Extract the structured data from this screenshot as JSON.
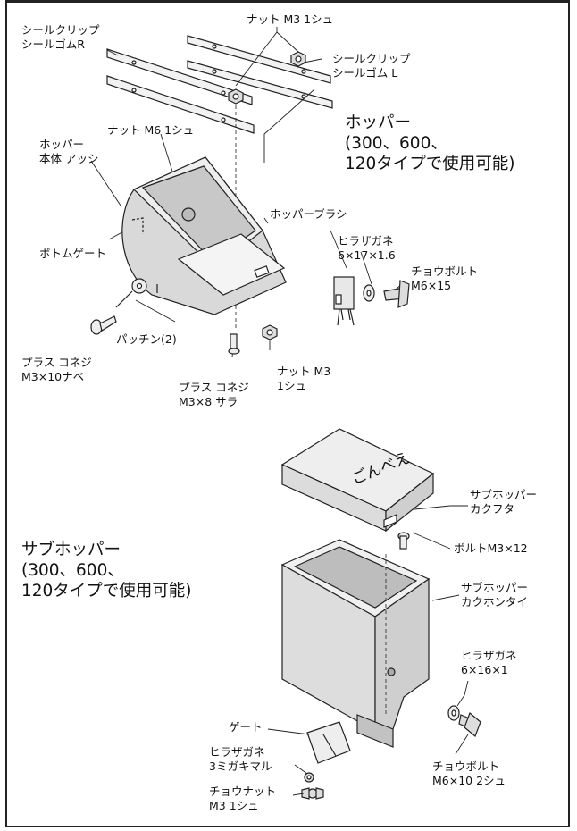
{
  "hopper_section": {
    "title_lines": [
      "ホッパー",
      "(300、600、",
      "120タイプで使用可能)"
    ],
    "labels": {
      "seal_clip_r": [
        "シールクリップ",
        "シールゴムR"
      ],
      "nut_m3_top": [
        "ナット M3 1シュ"
      ],
      "seal_clip_l": [
        "シールクリップ",
        "シールゴム L"
      ],
      "nut_m6": [
        "ナット M6 1シュ"
      ],
      "hopper_body": [
        "ホッパー",
        "本体 アッシ"
      ],
      "bottom_gate": [
        "ボトムゲート"
      ],
      "hopper_brush": [
        "ホッパーブラシ"
      ],
      "washer_hopper": [
        "ヒラザガネ",
        "6×17×1.6"
      ],
      "wing_bolt_hopper": [
        "チョウボルト",
        "M6×15"
      ],
      "latch": [
        "パッチン(2)"
      ],
      "screw_m3x10": [
        "プラス コネジ",
        "M3×10ナベ"
      ],
      "screw_m3x8": [
        "プラス コネジ",
        "M3×8 サラ"
      ],
      "nut_m3_bottom": [
        "ナット M3",
        "1シュ"
      ]
    }
  },
  "sub_hopper_section": {
    "title_lines": [
      "サブホッパー",
      "(300、600、",
      "120タイプで使用可能)"
    ],
    "lid_text": "ごんべえ",
    "labels": {
      "lid": [
        "サブホッパー",
        "カクフタ"
      ],
      "bolt_m3x12": [
        "ボルトM3×12"
      ],
      "body": [
        "サブホッパー",
        "カクホンタイ"
      ],
      "washer_sub": [
        "ヒラザガネ",
        "6×16×1"
      ],
      "gate": [
        "ゲート"
      ],
      "washer_3miga": [
        "ヒラザガネ",
        "3ミガキマル"
      ],
      "wing_bolt_sub": [
        "チョウボルト",
        "M6×10 2シュ"
      ],
      "wing_nut": [
        "チョウナット",
        "M3 1シュ"
      ]
    }
  },
  "colors": {
    "line": "#222222",
    "fill": "#e6e6e6",
    "fill_dark": "#9a9a9a"
  }
}
